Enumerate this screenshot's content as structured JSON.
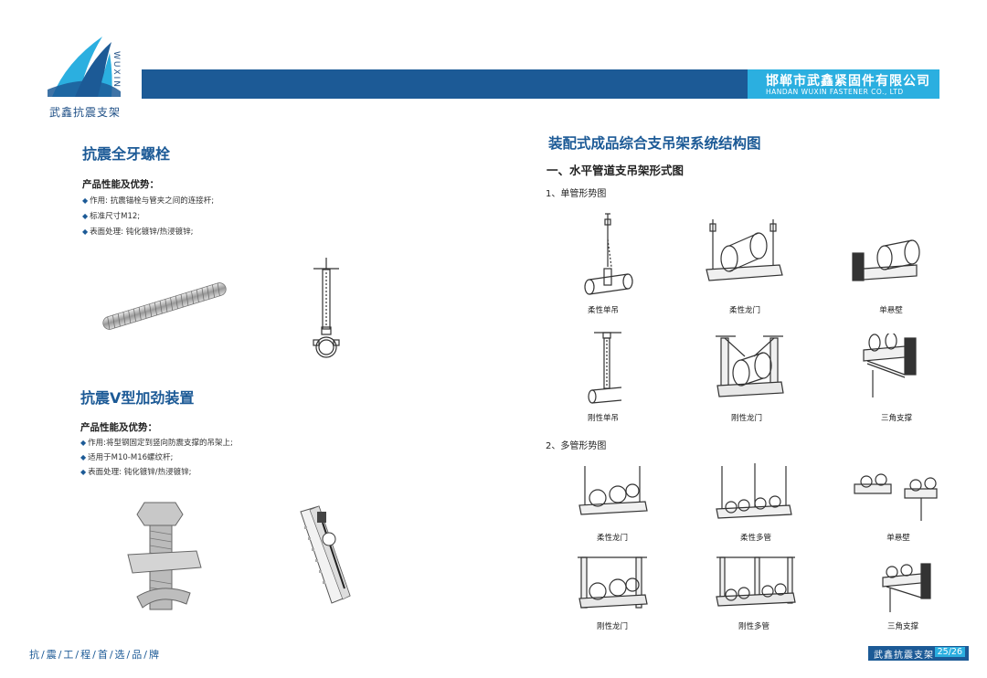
{
  "header": {
    "logo_text": "武鑫抗震支架",
    "logo_latin": "WUXIN",
    "company_cn": "邯郸市武鑫紧固件有限公司",
    "company_en": "HANDAN WUXIN FASTENER CO., LTD",
    "colors": {
      "navy": "#1c5a96",
      "cyan": "#2bafe0"
    }
  },
  "left": {
    "section1": {
      "title": "抗震全牙螺栓",
      "sub": "产品性能及优势：",
      "bullets": [
        "作用: 抗震锚栓与管夹之间的连接杆;",
        "标准尺寸M12;",
        "表面处理: 钝化镀锌/热浸镀锌;"
      ]
    },
    "section2": {
      "title": "抗震V型加劲装置",
      "sub": "产品性能及优势：",
      "bullets": [
        "作用:将型钢固定到竖向防震支撑的吊架上;",
        "适用于M10-M16螺纹杆;",
        "表面处理: 钝化镀锌/热浸镀锌;"
      ]
    }
  },
  "right": {
    "title": "装配式成品综合支吊架系统结构图",
    "subtitle": "一、水平管道支吊架形式图",
    "group1": {
      "label": "1、单管形势图",
      "captions": [
        "柔性单吊",
        "柔性龙门",
        "单悬壁",
        "刚性单吊",
        "刚性龙门",
        "三角支撑"
      ]
    },
    "group2": {
      "label": "2、多管形势图",
      "captions": [
        "柔性龙门",
        "柔性多管",
        "单悬壁",
        "刚性龙门",
        "刚性多管",
        "三角支撑"
      ]
    }
  },
  "footer": {
    "left": "抗/震/工/程/首/选/品/牌",
    "brand": "武鑫抗震支架",
    "page": "25/26"
  }
}
